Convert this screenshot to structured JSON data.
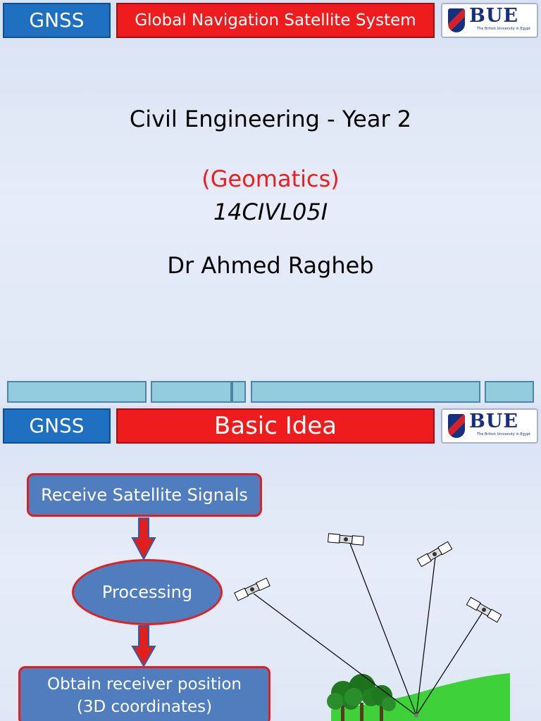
{
  "slide1": {
    "header": {
      "tag": "GNSS",
      "title": "Global Navigation Satellite System"
    },
    "logo": {
      "text": "BUE",
      "subtitle": "The British University in Egypt"
    },
    "lines": [
      "Civil Engineering - Year 2",
      "(Geomatics)",
      "14CIVL05I",
      "Dr Ahmed Ragheb"
    ]
  },
  "slide2": {
    "header": {
      "tag": "GNSS",
      "title": "Basic Idea"
    },
    "logo": {
      "text": "BUE",
      "subtitle": "The British University in Egypt"
    },
    "steps": [
      "Receive Satellite Signals",
      "Processing",
      "Obtain receiver position\n(3D coordinates)"
    ]
  },
  "colors": {
    "header_blue": "#1f6fc0",
    "header_red": "#ee1c1c",
    "box_fill": "#4f7dbe",
    "box_border": "#e01f1f",
    "footer_bar": "#93cddd"
  },
  "icons": [
    "satellite-icon",
    "tree-icon",
    "receiver-icon",
    "down-arrow-icon"
  ]
}
